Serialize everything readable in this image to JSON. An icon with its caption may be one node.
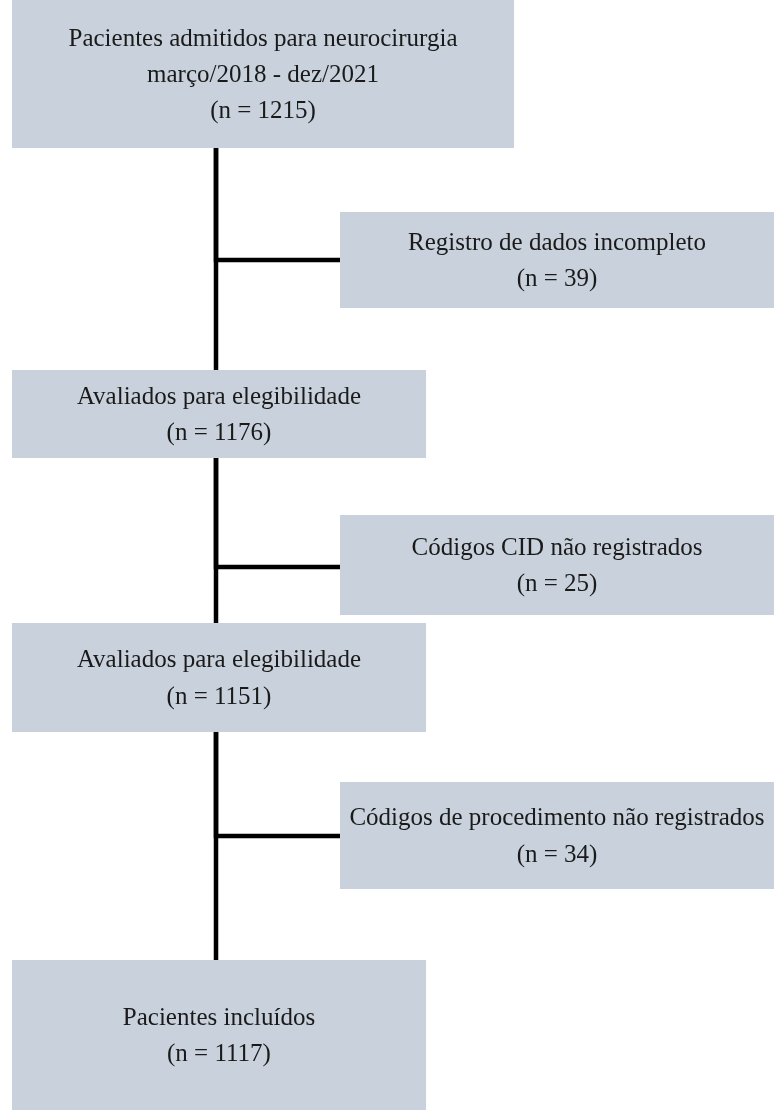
{
  "diagram": {
    "nodes": [
      {
        "text": [
          "Pacientes admitidos para neurocirurgia março/2018 - dez/2021",
          "(n = 1215)"
        ]
      },
      {
        "text": [
          "Registro de dados incompleto",
          "(n = 39)"
        ]
      },
      {
        "text": [
          "Avaliados para elegibilidade",
          "(n = 1176)"
        ]
      },
      {
        "text": [
          "Códigos CID não registrados",
          "(n = 25)"
        ]
      },
      {
        "text": [
          "Avaliados para elegibilidade",
          "(n = 1151)"
        ]
      },
      {
        "text": [
          "Códigos de procedimento não registrados (n = 34)"
        ]
      },
      {
        "text": [
          "Pacientes incluídos",
          "(n = 1117)"
        ]
      }
    ],
    "edges": [
      {
        "from": 0,
        "to": 2,
        "arrow": "none"
      },
      {
        "from": 0,
        "to": 1,
        "arrow": "none"
      },
      {
        "from": 2,
        "to": 4,
        "arrow": "none"
      },
      {
        "from": 2,
        "to": 3,
        "arrow": "none"
      },
      {
        "from": 4,
        "to": 6,
        "arrow": "none"
      },
      {
        "from": 4,
        "to": 5,
        "arrow": "none"
      }
    ]
  }
}
